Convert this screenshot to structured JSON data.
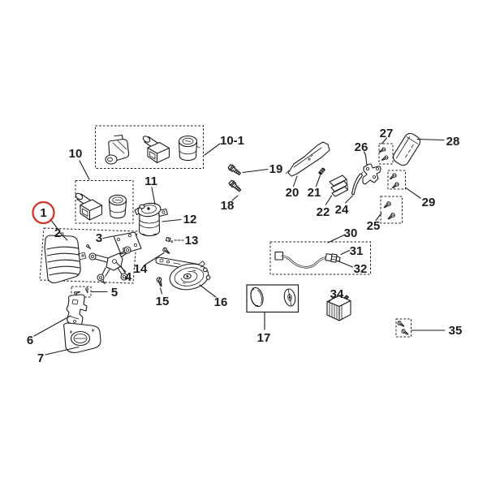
{
  "colors": {
    "background": "#ffffff",
    "line": "#1d1d1d",
    "highlight": "#cf372b"
  },
  "callouts": [
    {
      "label": "1",
      "highlighted": true
    },
    {
      "label": "2"
    },
    {
      "label": "3"
    },
    {
      "label": "4"
    },
    {
      "label": "5"
    },
    {
      "label": "6"
    },
    {
      "label": "7"
    },
    {
      "label": "10"
    },
    {
      "label": "10-1"
    },
    {
      "label": "11"
    },
    {
      "label": "12"
    },
    {
      "label": "13"
    },
    {
      "label": "14"
    },
    {
      "label": "15"
    },
    {
      "label": "16"
    },
    {
      "label": "17"
    },
    {
      "label": "18"
    },
    {
      "label": "19"
    },
    {
      "label": "20"
    },
    {
      "label": "21"
    },
    {
      "label": "22"
    },
    {
      "label": "24"
    },
    {
      "label": "25"
    },
    {
      "label": "26"
    },
    {
      "label": "27"
    },
    {
      "label": "28"
    },
    {
      "label": "29"
    },
    {
      "label": "30"
    },
    {
      "label": "31"
    },
    {
      "label": "32"
    },
    {
      "label": "34"
    },
    {
      "label": "35"
    }
  ]
}
